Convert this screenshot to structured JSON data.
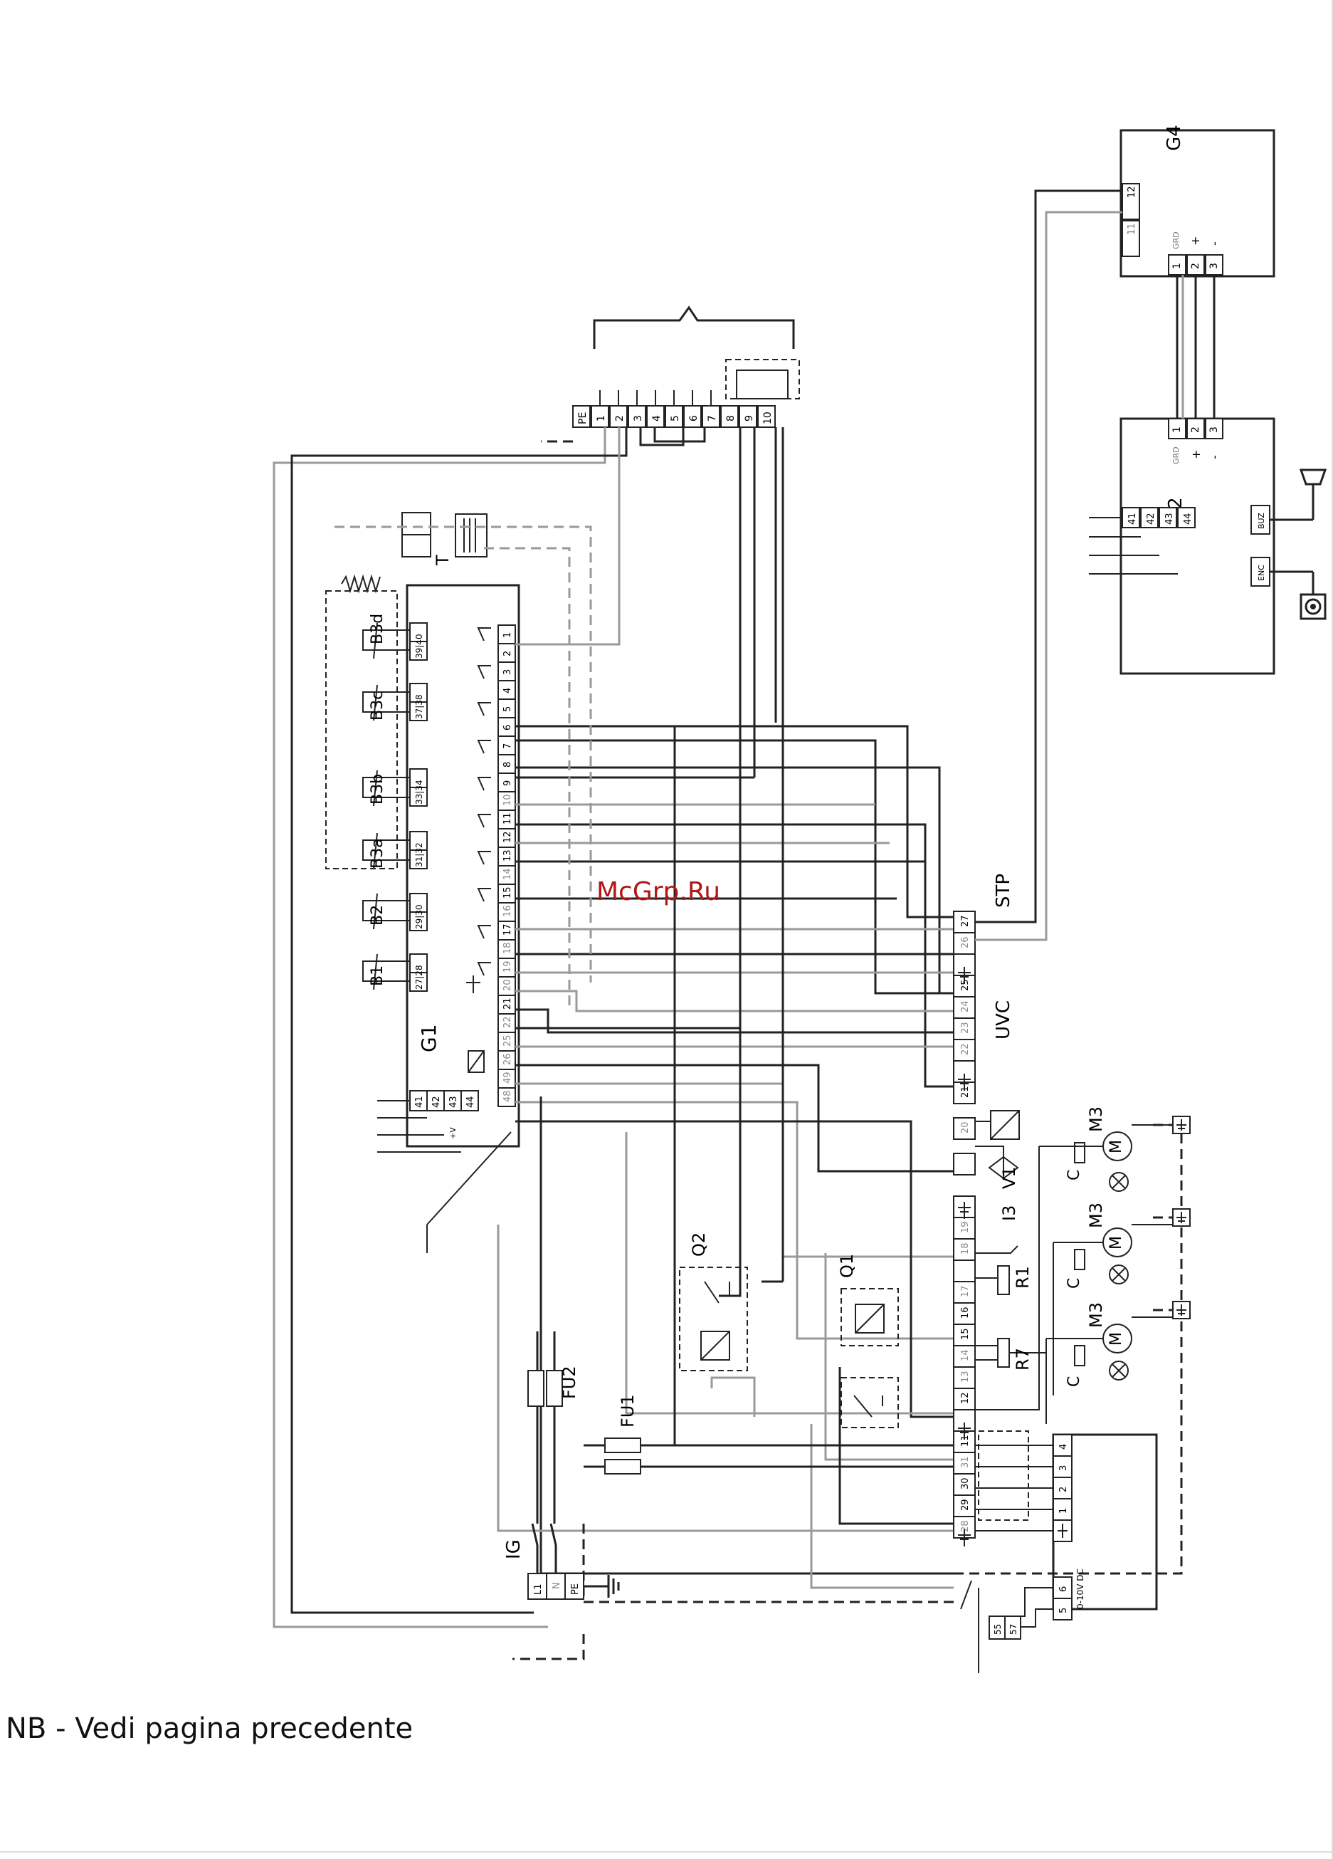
{
  "footer": {
    "note": "NB - Vedi pagina precedente"
  },
  "watermark": "McGrp.Ru",
  "labels": {
    "g1": "G1",
    "g2": "G2",
    "g4": "G4",
    "stp": "STP",
    "uvc": "UVC",
    "b1": "B1",
    "b2": "B2",
    "b3a": "B3a",
    "b3b": "B3b",
    "b3c": "B3c",
    "b3d": "B3d",
    "fu1": "FU1",
    "fu2": "FU2",
    "ig": "IG",
    "q1": "Q1",
    "q2": "Q2",
    "r1": "R1",
    "r7": "R7",
    "i3": "I3",
    "v1": "V1",
    "m3": "M3",
    "c": "C",
    "t": "T",
    "enc": "ENC",
    "buz": "BUZ",
    "m": "M",
    "supply_signal": "0-10V DC",
    "grd": "GRD",
    "plus_v": "+V",
    "plus": "+",
    "minus": "-"
  },
  "g1_terminals": [
    "1",
    "2",
    "3",
    "4",
    "5",
    "6",
    "7",
    "8",
    "9",
    "10",
    "11",
    "12",
    "13",
    "14",
    "15",
    "16",
    "17",
    "18",
    "19",
    "20",
    "21",
    "22",
    "25",
    "26",
    "48",
    "49"
  ],
  "g1_sensor_pairs": [
    "27|28",
    "29|30",
    "31|32",
    "33|34",
    "37|38",
    "39|40"
  ],
  "g1_bus": [
    "41",
    "42",
    "43",
    "44"
  ],
  "g2_bus": [
    "41",
    "42",
    "43",
    "44"
  ],
  "g2_ab": [
    "1",
    "2",
    "3"
  ],
  "g4_ab": [
    "1",
    "2",
    "3"
  ],
  "g4_bus": [
    "11",
    "12"
  ],
  "top_block": [
    "PE",
    "1",
    "2",
    "3",
    "4",
    "5",
    "6",
    "7",
    "8",
    "9",
    "10"
  ],
  "mainboard": [
    "27",
    "26",
    "25",
    "24",
    "23",
    "22",
    "21",
    "20",
    "19",
    "18",
    "17",
    "16",
    "15",
    "14",
    "13",
    "12",
    "11",
    "31",
    "30",
    "29",
    "28"
  ],
  "main_input": [
    "L1",
    "N",
    "PE"
  ],
  "module_top": [
    "4",
    "3",
    "2",
    "1"
  ],
  "module_bottom": [
    "5",
    "6"
  ],
  "bottom_small": [
    "55",
    "57"
  ],
  "colors": {
    "wire": "#222222",
    "gray_wire": "#9a9a9a",
    "watermark": "#b01818"
  }
}
